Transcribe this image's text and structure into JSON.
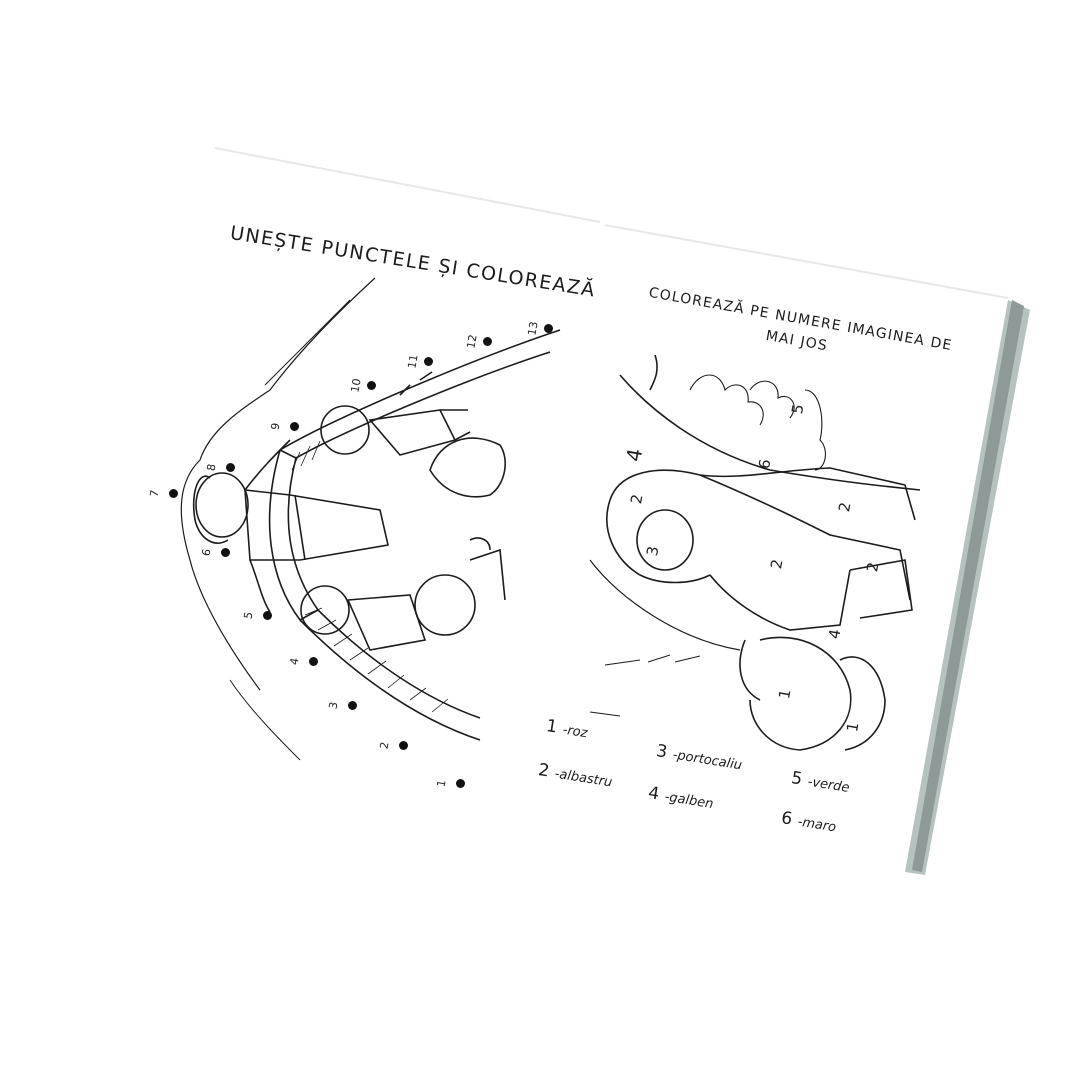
{
  "left_page": {
    "title": "UNEȘTE PUNCTELE ȘI COLOREAZĂ",
    "dots": [
      "1",
      "2",
      "3",
      "4",
      "5",
      "6",
      "7",
      "8",
      "9",
      "10",
      "11",
      "12",
      "13"
    ]
  },
  "right_page": {
    "title": "COLOREAZĂ PE NUMERE IMAGINEA DE MAI JOS",
    "region_numbers": [
      "4",
      "5",
      "6",
      "2",
      "2",
      "3",
      "2",
      "2",
      "4",
      "1",
      "1"
    ],
    "legend": [
      {
        "num": "1",
        "label": "-roz"
      },
      {
        "num": "2",
        "label": "-albastru"
      },
      {
        "num": "3",
        "label": "-portocaliu"
      },
      {
        "num": "4",
        "label": "-galben"
      },
      {
        "num": "5",
        "label": "-verde"
      },
      {
        "num": "6",
        "label": "-maro"
      }
    ]
  },
  "colors": {
    "page": "#ffffff",
    "edge_shadow": "#a9b6b4",
    "line": "#1c1c1c"
  }
}
